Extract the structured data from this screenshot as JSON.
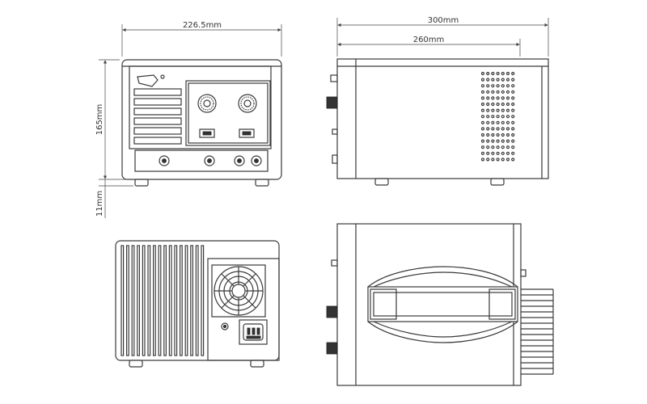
{
  "dimensions": {
    "front_width": "226.5mm",
    "total_depth": "300mm",
    "body_depth": "260mm",
    "height": "165mm",
    "foot_height": "11mm"
  },
  "views": {
    "front": {
      "name": "front-view"
    },
    "side": {
      "name": "side-view"
    },
    "rear": {
      "name": "rear-view"
    },
    "top": {
      "name": "top-view"
    }
  },
  "colors": {
    "line": "#3a3a3a",
    "dark": "#333333",
    "background": "#ffffff"
  }
}
